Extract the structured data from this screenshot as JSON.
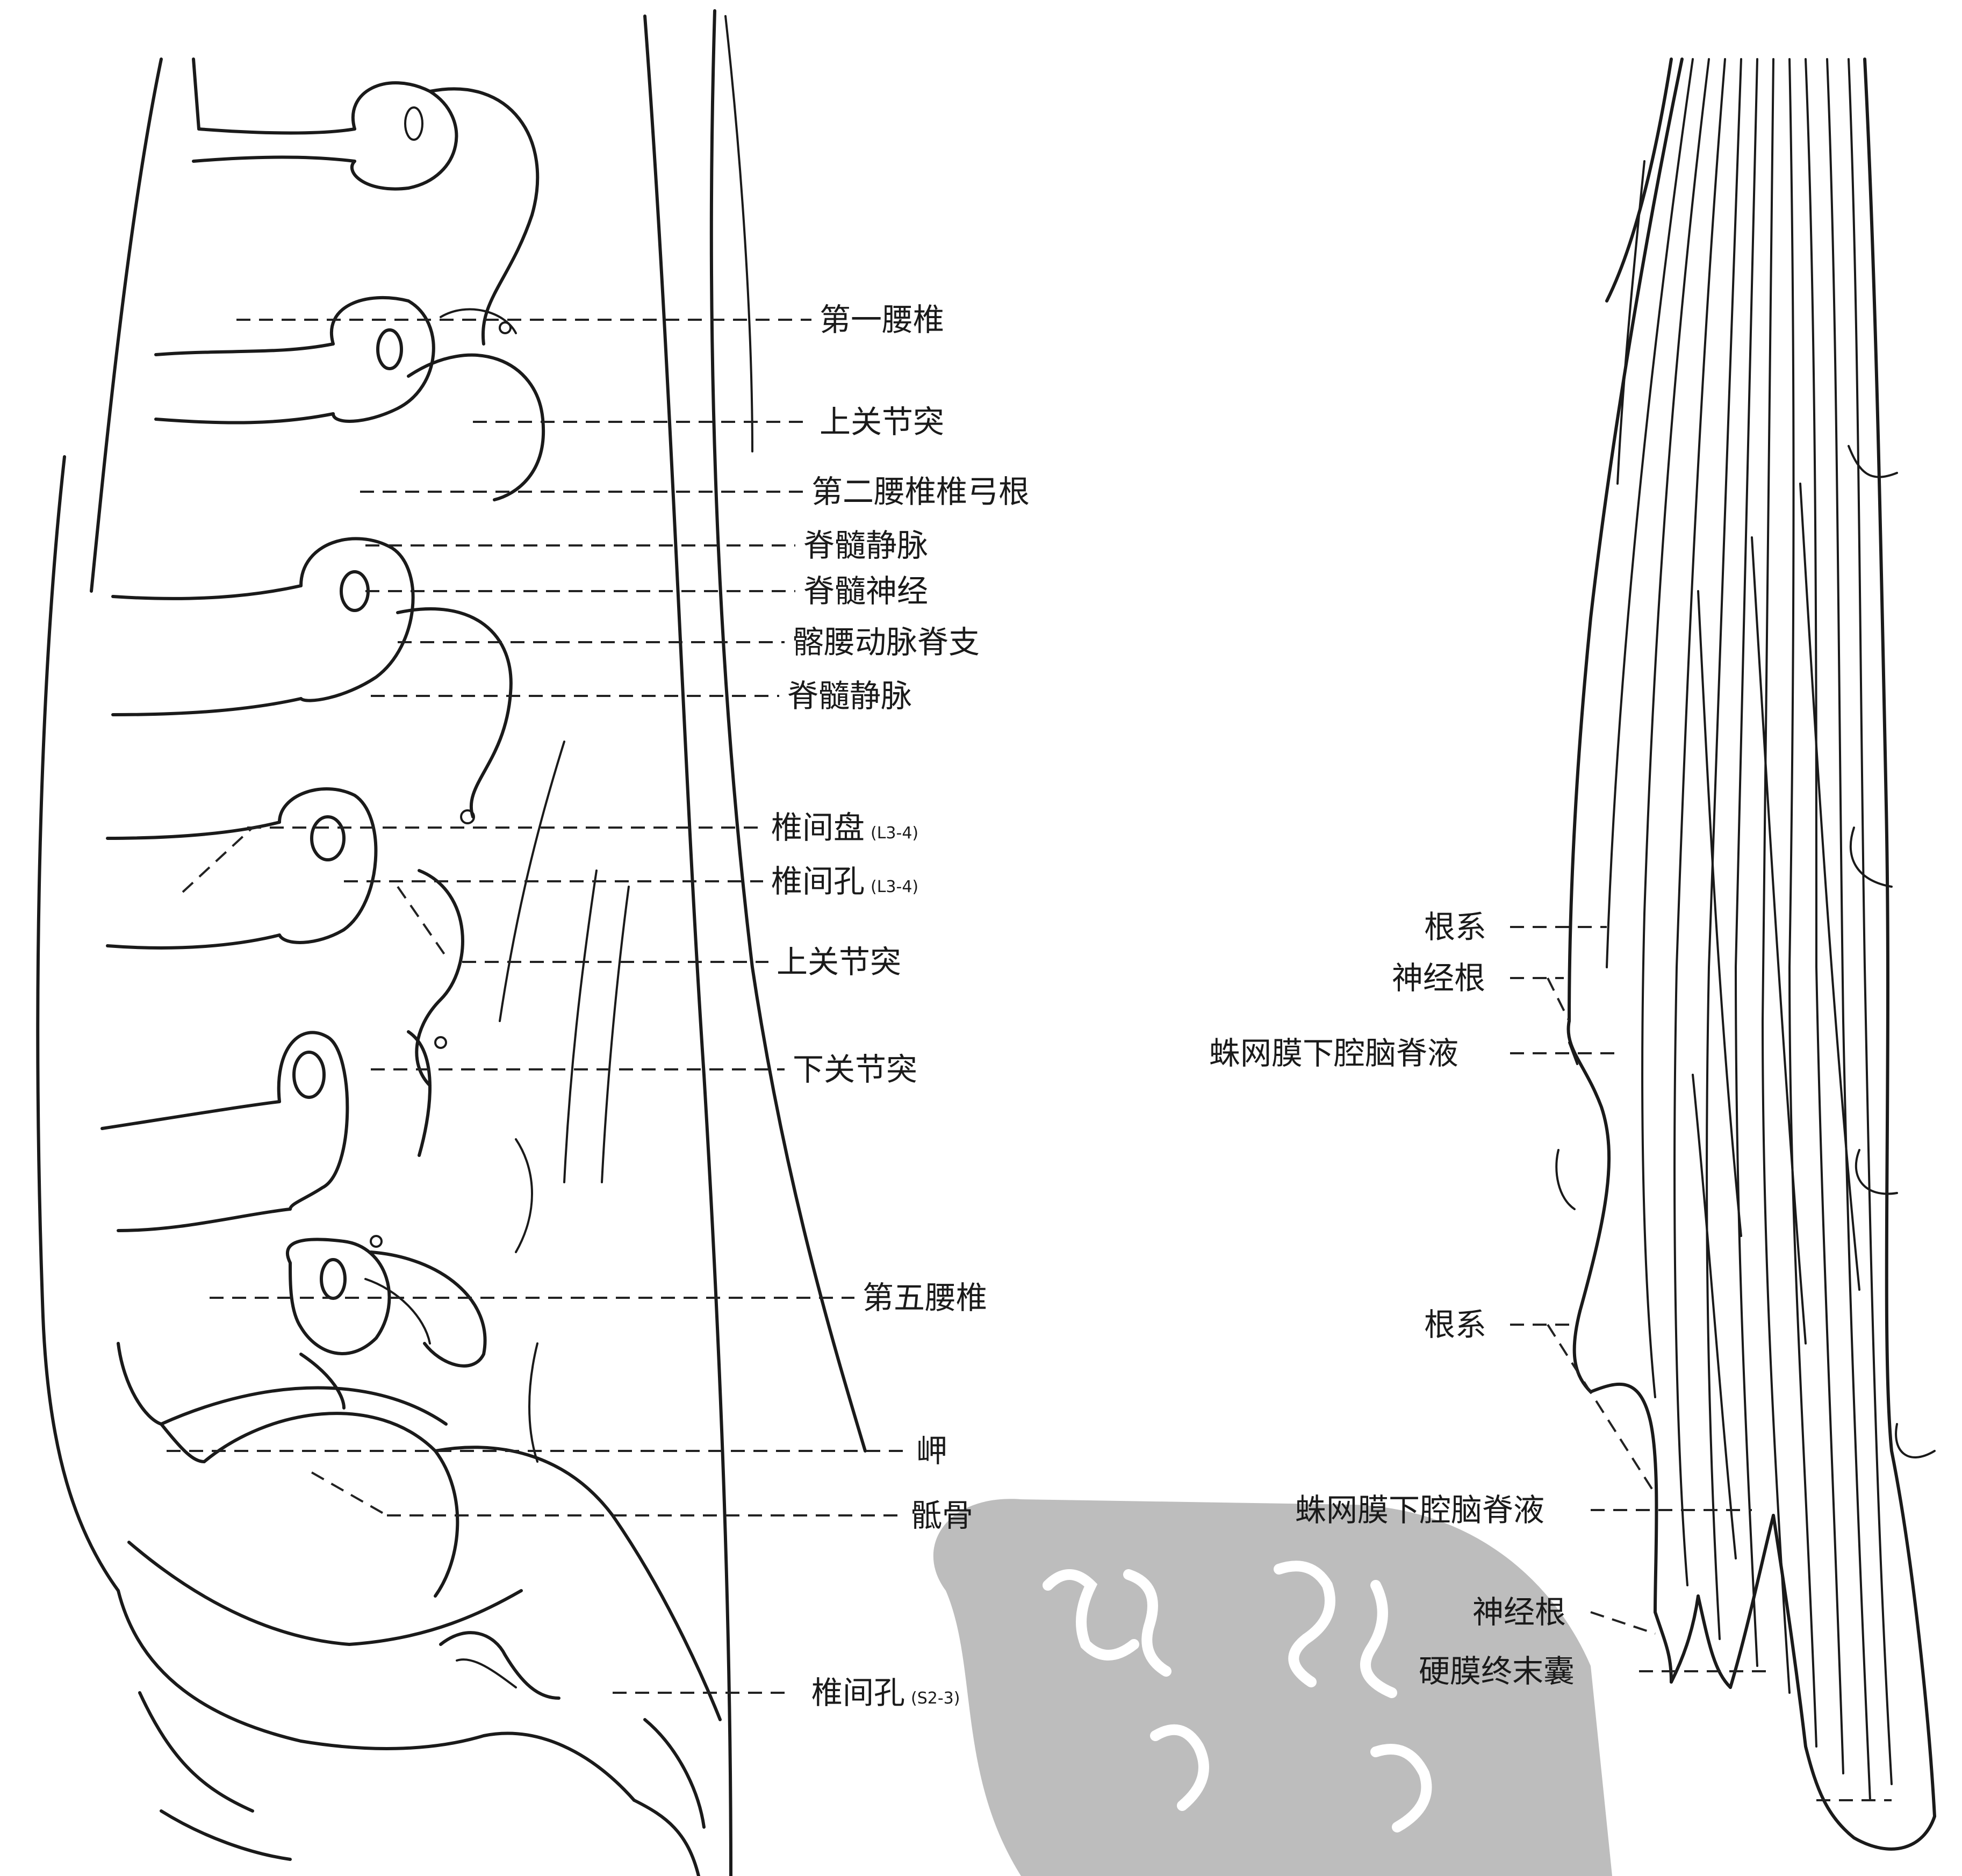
{
  "left_figure": {
    "labels": {
      "l1_vertebra": "第一腰椎",
      "sup_articular_1": "上关节突",
      "l2_pedicle": "第二腰椎椎弓根",
      "spinal_vein_1": "脊髓静脉",
      "spinal_nerve": "脊髓神经",
      "iliolumbar_branch": "髂腰动脉脊支",
      "spinal_vein_2": "脊髓静脉",
      "disc_main": "椎间盘",
      "disc_sub": "(L3-4)",
      "foramen_main": "椎间孔",
      "foramen_sub": "(L3-4)",
      "sup_articular_2": "上关节突",
      "inf_articular": "下关节突",
      "l5_vertebra": "第五腰椎",
      "promontory": "岬",
      "sacrum": "骶骨",
      "sacral_foramen_main": "椎间孔",
      "sacral_foramen_sub": "(S2-3)"
    }
  },
  "right_figure": {
    "labels": {
      "root_system_1": "根系",
      "nerve_root_1": "神经根",
      "csf_1": "蛛网膜下腔脑脊液",
      "root_system_2": "根系",
      "csf_2": "蛛网膜下腔脑脊液",
      "nerve_root_2": "神经根",
      "dural_sac": "硬膜终末囊"
    }
  },
  "watermark": {
    "shape_color": "#b9b9b9",
    "glyphs": "logo-seal"
  }
}
